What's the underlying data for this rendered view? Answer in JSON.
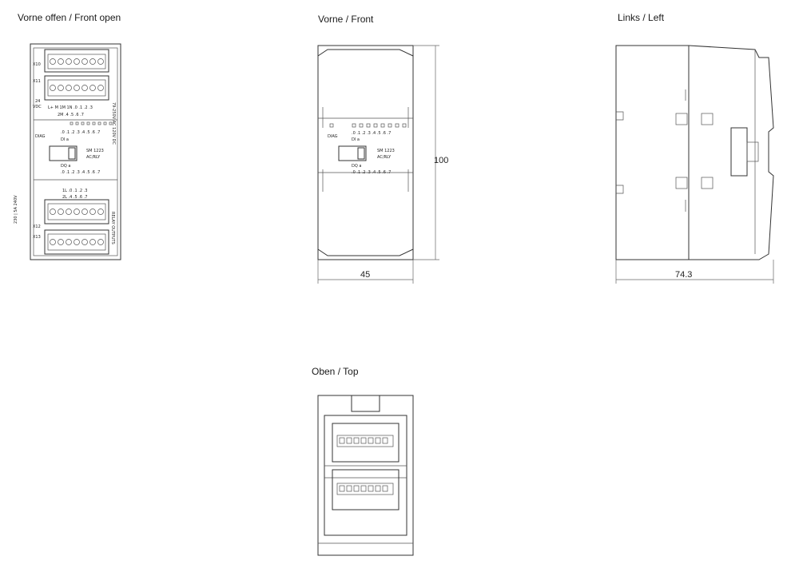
{
  "views": {
    "front_open": "Vorne offen / Front open",
    "front": "Vorne / Front",
    "left": "Links / Left",
    "top": "Oben / Top"
  },
  "dimensions": {
    "height": "100",
    "width_front": "45",
    "depth_left": "74.3"
  },
  "module": {
    "model": "SM 1223",
    "type": "AC/RLY",
    "di_label": "DI a",
    "dq_label": "DQ a",
    "dia_label": "DIAG",
    "connector_x10": "X10",
    "connector_x11": "X11",
    "connector_x12": "X12",
    "connector_x13": "X13",
    "supply_24": "24",
    "supply_vdc": "VDC",
    "input_header": "L+ M 1M 1N .0 .1 .2 .3",
    "input_header2": "2M .4 .5 .6 .7",
    "di_bits": ".0 .1 .2 .3 .4 .5 .6 .7",
    "dq_bits": ".0 .1 .2 .3 .4 .5 .6 .7",
    "output_header": "1L .0 .1 .2 .3",
    "output_header2": "2L .4 .5 .6 .7",
    "input_side_text": "79-250V AC 120V DC",
    "output_side_text": "230 | 5A 240V",
    "relay_side_text": "RELAY OUTPUTS",
    "da_label": "DQ a"
  }
}
